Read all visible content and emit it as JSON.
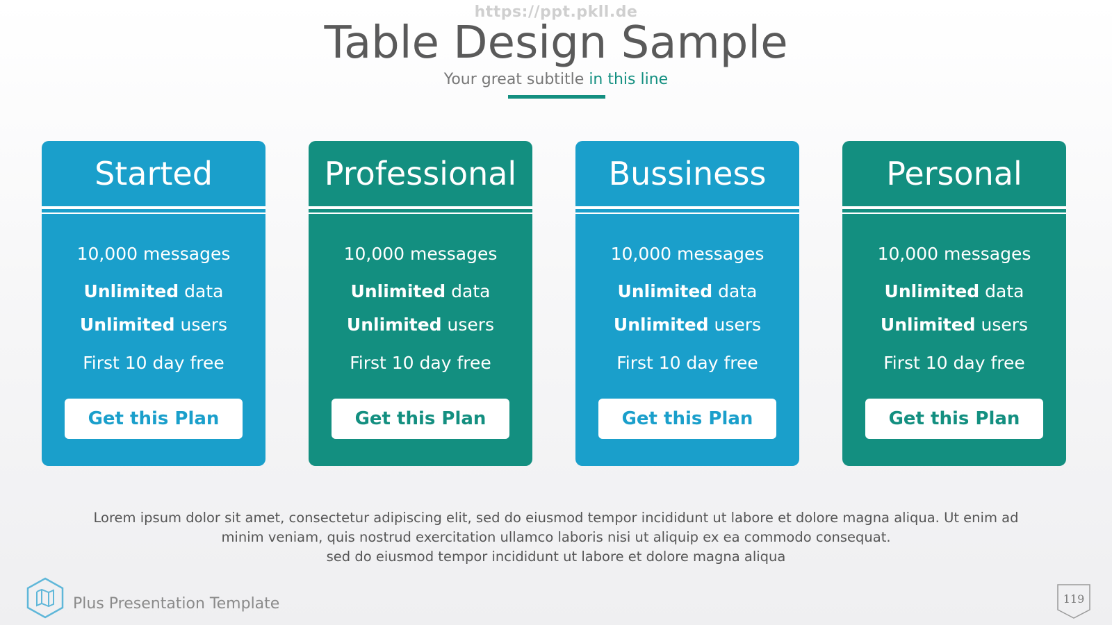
{
  "watermark": "https://ppt.pkll.de",
  "header": {
    "title": "Table Design Sample",
    "subtitle_plain": "Your great subtitle",
    "subtitle_accent": "in this line"
  },
  "colors": {
    "blue": "#1a9fcb",
    "green": "#138f80",
    "title_text": "#5a5a5a"
  },
  "plans": [
    {
      "name": "Started",
      "messages": "10,000 messages",
      "data_bold": "Unlimited",
      "data_rest": "data",
      "users_bold": "Unlimited",
      "users_rest": "users",
      "trial": "First 10 day free",
      "button": "Get this Plan"
    },
    {
      "name": "Professional",
      "messages": "10,000 messages",
      "data_bold": "Unlimited",
      "data_rest": "data",
      "users_bold": "Unlimited",
      "users_rest": "users",
      "trial": "First 10 day free",
      "button": "Get this Plan"
    },
    {
      "name": "Bussiness",
      "messages": "10,000 messages",
      "data_bold": "Unlimited",
      "data_rest": "data",
      "users_bold": "Unlimited",
      "users_rest": "users",
      "trial": "First 10 day free",
      "button": "Get this Plan"
    },
    {
      "name": "Personal",
      "messages": "10,000 messages",
      "data_bold": "Unlimited",
      "data_rest": "data",
      "users_bold": "Unlimited",
      "users_rest": "users",
      "trial": "First 10 day free",
      "button": "Get this Plan"
    }
  ],
  "body": {
    "line1": "Lorem ipsum dolor sit amet, consectetur adipiscing elit, sed do eiusmod tempor incididunt ut labore et dolore magna aliqua. Ut enim ad",
    "line2": "minim veniam, quis nostrud exercitation ullamco laboris nisi ut aliquip ex ea commodo consequat.",
    "line3": "sed do eiusmod tempor incididunt ut labore et dolore magna aliqua"
  },
  "footer": {
    "logo_icon": "map-hexagon-icon",
    "template_name": "Plus Presentation Template",
    "page_number": "119"
  }
}
